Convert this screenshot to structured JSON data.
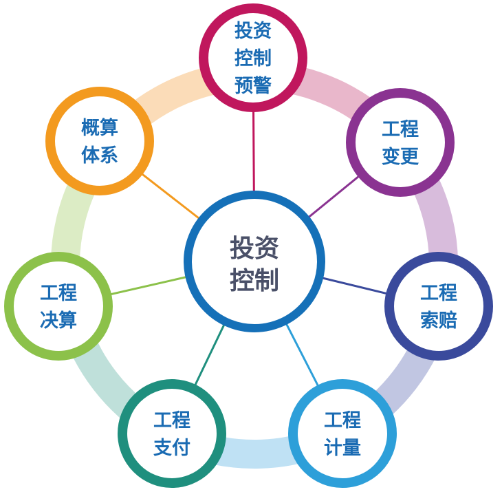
{
  "center": {
    "lines": [
      "投资",
      "控制"
    ],
    "color": "#1570b8",
    "text_color": "#4a5068"
  },
  "nodes": [
    {
      "lines": [
        "投资",
        "控制",
        "预警"
      ],
      "color": "#c0175d",
      "ring_color": "#e9b7cb"
    },
    {
      "lines": [
        "工程",
        "变更"
      ],
      "color": "#8a3391",
      "ring_color": "#d8bcdc"
    },
    {
      "lines": [
        "工程",
        "索赔"
      ],
      "color": "#3a4a9c",
      "ring_color": "#c1c6e2"
    },
    {
      "lines": [
        "工程",
        "计量"
      ],
      "color": "#2d9fd9",
      "ring_color": "#bfe1f4"
    },
    {
      "lines": [
        "工程",
        "支付"
      ],
      "color": "#1f8f7e",
      "ring_color": "#bfe0da"
    },
    {
      "lines": [
        "工程",
        "决算"
      ],
      "color": "#8cc14a",
      "ring_color": "#dcecc5"
    },
    {
      "lines": [
        "概算",
        "体系"
      ],
      "color": "#f39a1f",
      "ring_color": "#fbdcb8"
    }
  ],
  "label_color": "#1a6bb3"
}
